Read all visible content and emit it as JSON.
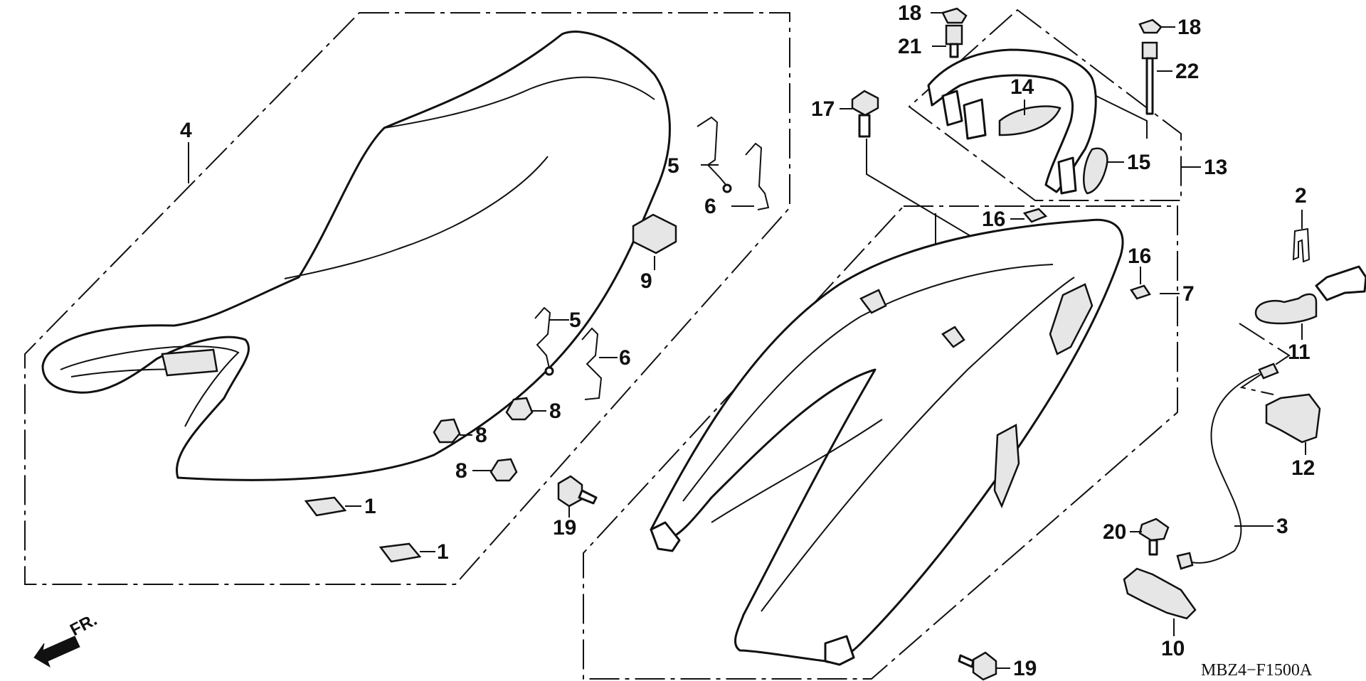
{
  "diagram": {
    "code": "MBZ4−F1500A",
    "front_marker": "FR.",
    "callouts": {
      "c1a": "1",
      "c1b": "1",
      "c2": "2",
      "c3": "3",
      "c4": "4",
      "c5a": "5",
      "c5b": "5",
      "c6a": "6",
      "c6b": "6",
      "c7": "7",
      "c8a": "8",
      "c8b": "8",
      "c8c": "8",
      "c9": "9",
      "c10": "10",
      "c11": "11",
      "c12": "12",
      "c13": "13",
      "c14": "14",
      "c15": "15",
      "c16a": "16",
      "c16b": "16",
      "c17": "17",
      "c18a": "18",
      "c18b": "18",
      "c19a": "19",
      "c19b": "19",
      "c20": "20",
      "c21": "21",
      "c22": "22"
    }
  }
}
